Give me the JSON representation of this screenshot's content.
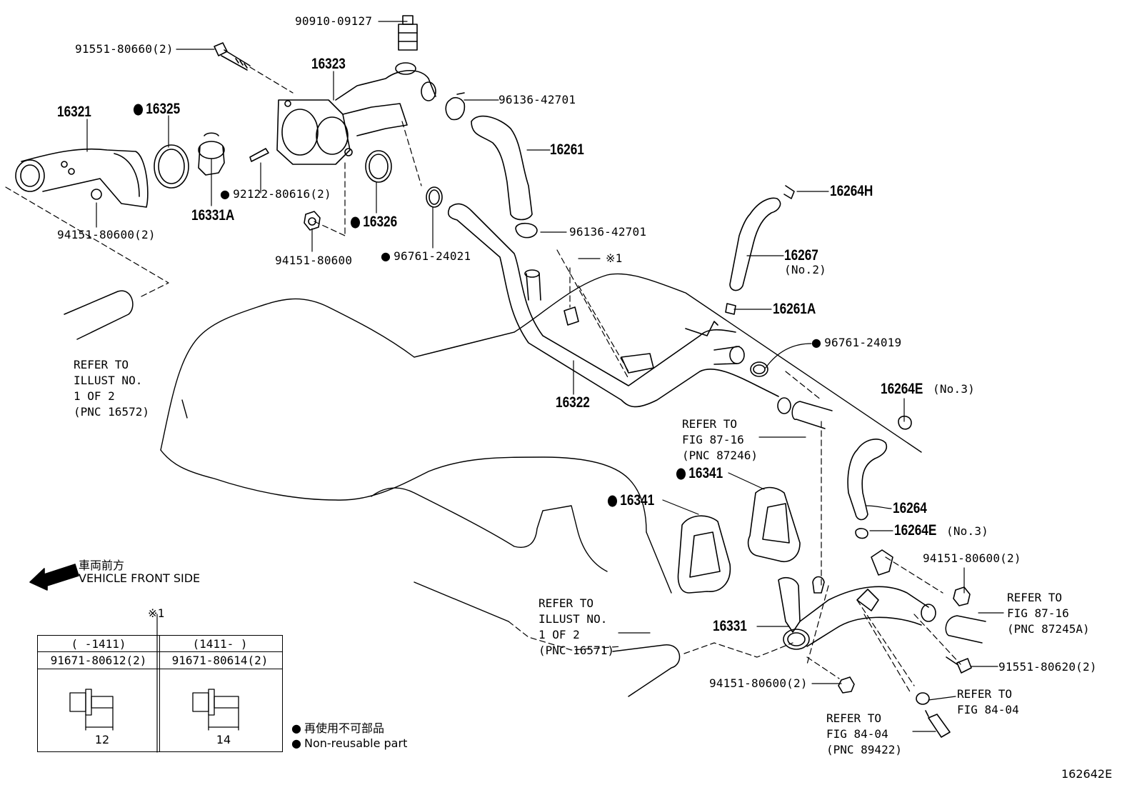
{
  "parts": {
    "p90910": "90910-09127",
    "p91551a": "91551-80660(2)",
    "p16323": "16323",
    "p96136a": "96136-42701",
    "p16321": "16321",
    "p16325": "16325",
    "p16261": "16261",
    "p92122": "92122-80616(2)",
    "p16331A": "16331A",
    "p94151a": "94151-80600(2)",
    "p16326": "16326",
    "p94151b": "94151-80600",
    "p96761a": "96761-24021",
    "p96136b": "96136-42701",
    "note1": "※1",
    "p16264H": "16264H",
    "p16267": "16267",
    "p16267sub": "(No.2)",
    "p16261A": "16261A",
    "p96761b": "96761-24019",
    "p16264E1": "16264E",
    "p16264E1sub": "(No.3)",
    "p16322": "16322",
    "p16341a": "16341",
    "p16341b": "16341",
    "p16264": "16264",
    "p16264E2": "16264E",
    "p16264E2sub": "(No.3)",
    "p94151c": "94151-80600(2)",
    "p16331": "16331",
    "p91551b": "91551-80620(2)",
    "p94151d": "94151-80600(2)"
  },
  "refs": {
    "r1": [
      "REFER TO",
      "ILLUST NO.",
      "1 OF 2",
      "(PNC 16572)"
    ],
    "r2": [
      "REFER TO",
      "FIG 87-16",
      "(PNC 87246)"
    ],
    "r3": [
      "REFER TO",
      "ILLUST NO.",
      "1 OF 2",
      "(PNC 16571)"
    ],
    "r4": [
      "REFER TO",
      "FIG 87-16",
      "(PNC 87245A)"
    ],
    "r5": [
      "REFER TO",
      "FIG 84-04"
    ],
    "r6": [
      "REFER TO",
      "FIG 84-04",
      "(PNC 89422)"
    ]
  },
  "direction": {
    "jp": "車両前方",
    "en": "VEHICLE FRONT SIDE"
  },
  "variant_table": {
    "mark": "※1",
    "headers": [
      "(      -1411)",
      "(1411-      )"
    ],
    "parts": [
      "91671-80612(2)",
      "91671-80614(2)"
    ],
    "dims": [
      "12",
      "14"
    ]
  },
  "legend": {
    "jp": "再使用不可部品",
    "en": "Non-reusable part"
  },
  "illustration_id": "162642E"
}
